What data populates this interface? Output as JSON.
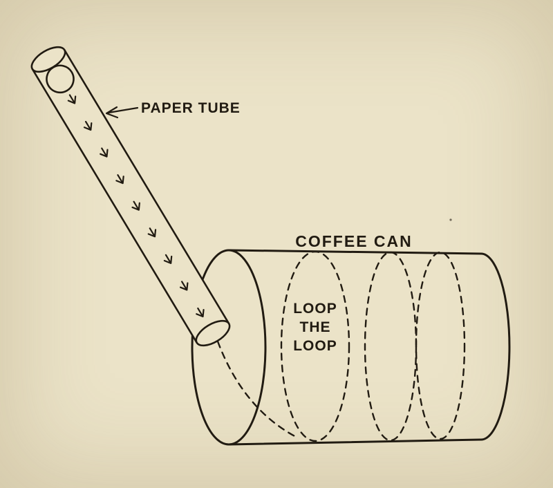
{
  "meta": {
    "title": "Loop-the-loop marble run diagram (paper tube and coffee can)"
  },
  "colors": {
    "paper": "#ebe3c8",
    "ink": "#211b12"
  },
  "diagram": {
    "paper_tube_label": "PAPER TUBE",
    "coffee_can_label": "COFFEE CAN",
    "loop_label": {
      "line1": "LOOP",
      "line2": "THE",
      "line3": "LOOP"
    }
  }
}
